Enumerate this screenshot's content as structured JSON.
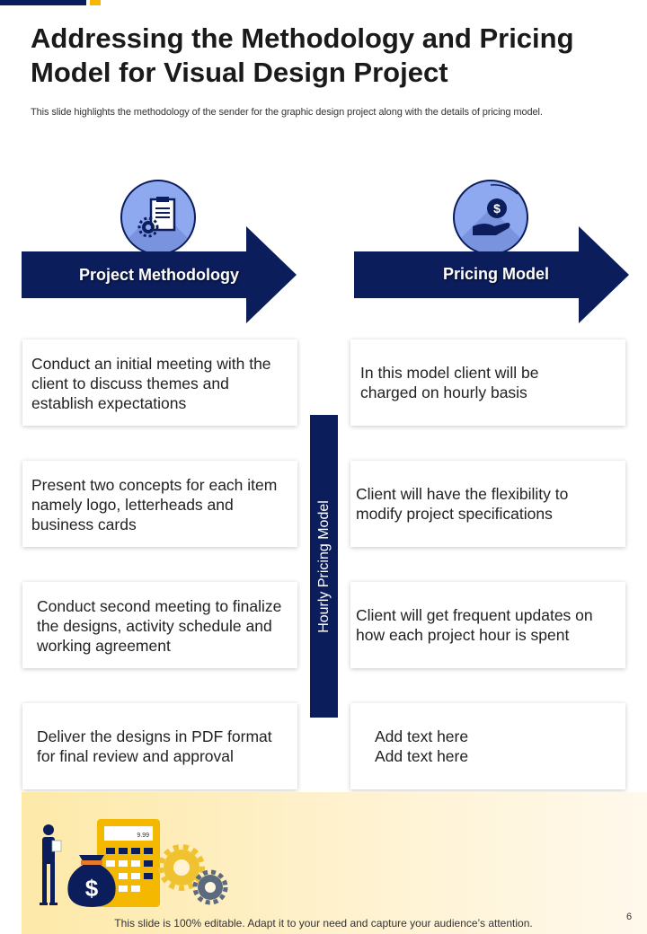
{
  "title": "Addressing the Methodology and Pricing Model for Visual Design Project",
  "subtitle": "This slide highlights the methodology of the sender for the graphic design project along with the details of pricing model.",
  "methodology": {
    "heading": "Project Methodology",
    "icon": "clipboard-gear-icon",
    "steps": [
      "Conduct an initial meeting with the client to discuss themes and establish expectations",
      "Present two concepts for each item namely logo, letterheads and business cards",
      "Conduct second meeting to finalize the designs, activity schedule and working agreement",
      "Deliver the designs in PDF format for final review and approval"
    ]
  },
  "pricing": {
    "heading": "Pricing Model",
    "icon": "dollar-hand-icon",
    "vertical_label": "Hourly Pricing Model",
    "points": [
      "In this model client will be charged on hourly basis",
      "Client will have the flexibility to modify project specifications",
      "Client will get frequent updates on how each project hour is spent",
      "Add text here Add text here"
    ]
  },
  "calculator_display": "9.99",
  "footer": {
    "note": "This slide is 100% editable. Adapt it to your need and capture your audience’s attention.",
    "page_number": "6"
  },
  "colors": {
    "navy": "#0b1d5b",
    "accent": "#f5b800",
    "circle": "#8fa9f0"
  }
}
